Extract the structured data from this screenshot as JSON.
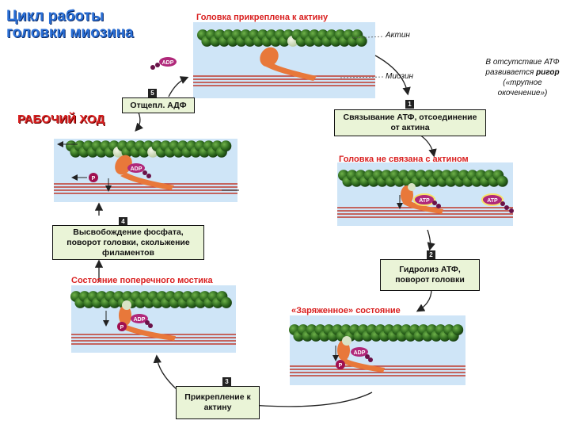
{
  "title_line1": "Цикл работы",
  "title_line2": "головки миозина",
  "power_stroke": "РАБОЧИЙ ХОД",
  "panels": {
    "top": "Головка прикреплена к актину",
    "right_upper": "Головка не связана с актином",
    "right_lower": "«Заряженное» состояние",
    "left_lower": "Состояние поперечного мостика"
  },
  "labels": {
    "actin": "Актин",
    "myosin": "Миозин"
  },
  "note": {
    "line1": "В отсутствие АТФ развивается",
    "bold": "ригор",
    "line2": "(«трупное окоченение»)"
  },
  "steps": [
    {
      "num": "1",
      "text": "Связывание АТФ, отсоединение от актина"
    },
    {
      "num": "2",
      "text": "Гидролиз АТФ, поворот головки"
    },
    {
      "num": "3",
      "text": "Прикрепление к актину"
    },
    {
      "num": "4",
      "text": "Высвобождение фосфата, поворот головки, скольжение филаментов"
    },
    {
      "num": "5",
      "text": "Отщепл. АДФ"
    }
  ],
  "molecules": {
    "adp": "ADP",
    "atp": "ATP",
    "phosphate": "P"
  },
  "colors": {
    "actin": "#2f6b1f",
    "panel_bg": "#cfe5f7",
    "myosin_head": "#e8783a",
    "filament": "#c0392b",
    "step_box": "#eaf4d7",
    "red_text": "#d92020",
    "title_blue": "#2a6fd6"
  }
}
